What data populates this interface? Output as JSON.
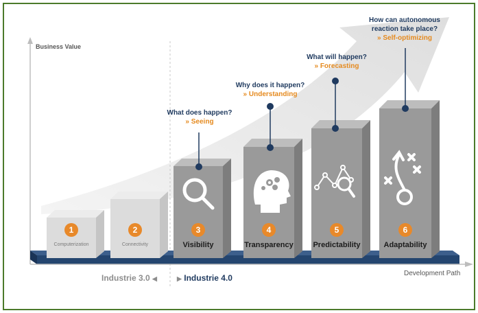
{
  "axis": {
    "y_label": "Business Value",
    "x_label": "Development Path"
  },
  "eras": {
    "left": "Industrie 3.0",
    "right": "Industrie 4.0",
    "left_arrow": "◀",
    "right_arrow": "▶"
  },
  "stages": [
    {
      "num": "1",
      "name": "Computerization"
    },
    {
      "num": "2",
      "name": "Connectivity"
    },
    {
      "num": "3",
      "name": "Visibility",
      "question": "What does happen?",
      "answer": "» Seeing"
    },
    {
      "num": "4",
      "name": "Transparency",
      "question": "Why does it happen?",
      "answer": "» Understanding"
    },
    {
      "num": "5",
      "name": "Predictability",
      "question": "What will happen?",
      "answer": "» Forecasting"
    },
    {
      "num": "6",
      "name": "Adaptability",
      "question_line1": "How can autonomous",
      "question_line2": "reaction take place?",
      "answer": "» Self-optimizing"
    }
  ],
  "colors": {
    "frame": "#4b7a2a",
    "platform": "#24456f",
    "orange": "#e8892a",
    "navy": "#1f3a5f",
    "box_light": "#dcdcdc",
    "box_dark": "#9a9a9a"
  },
  "icons": [
    "magnifier-icon",
    "brain-gears-icon",
    "analytics-magnifier-icon",
    "strategy-play-icon"
  ]
}
